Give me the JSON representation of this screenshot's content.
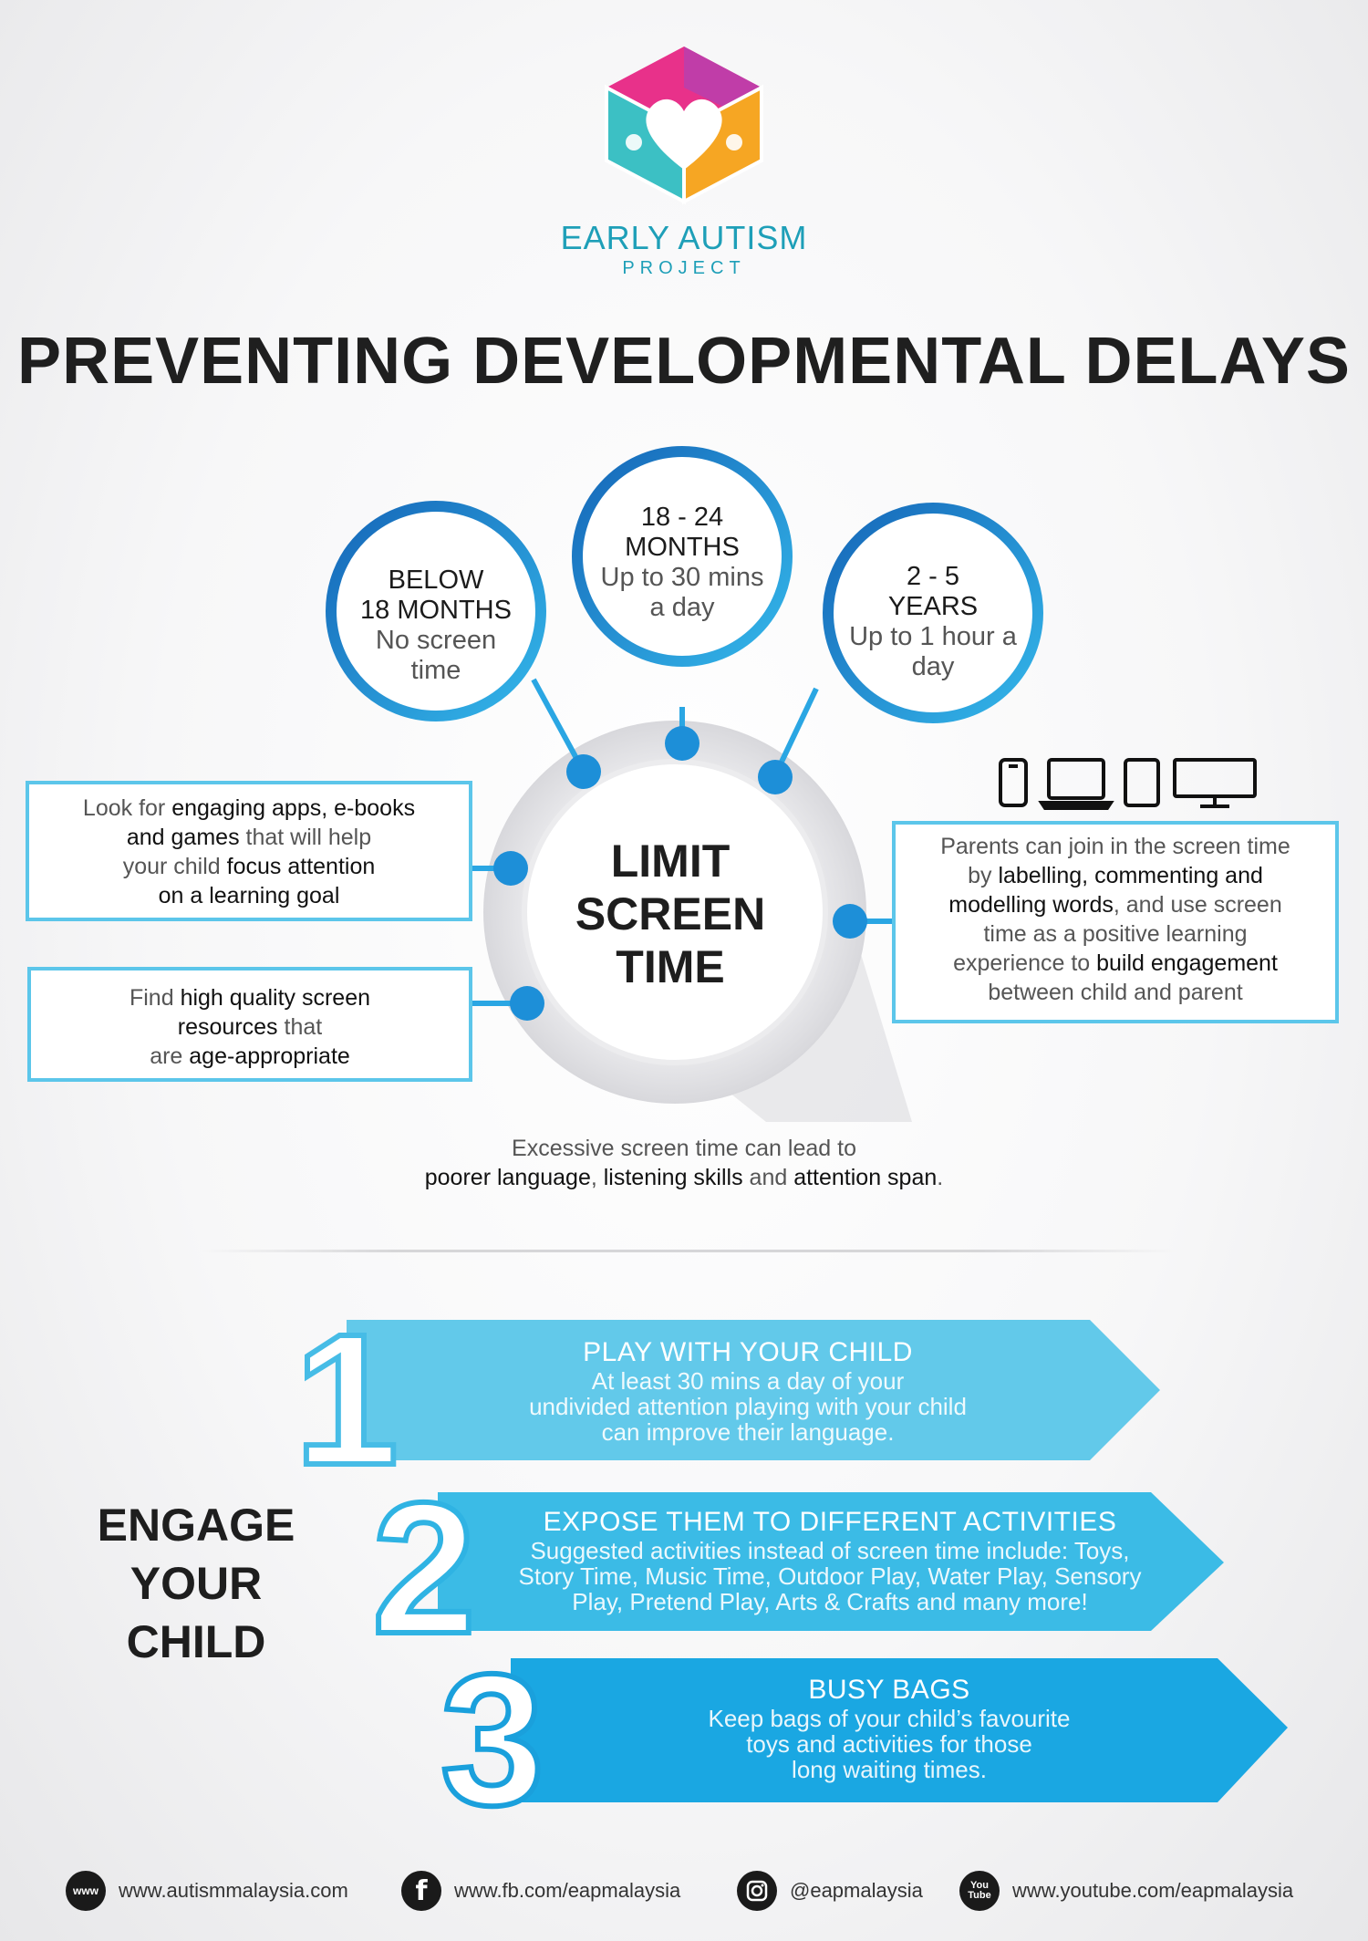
{
  "logo": {
    "title": "EARLY AUTISM",
    "subtitle": "PROJECT"
  },
  "title": "PREVENTING DEVELOPMENTAL DELAYS",
  "age_groups": [
    {
      "age_line1": "BELOW",
      "age_line2": "18 MONTHS",
      "limit": "No screen time"
    },
    {
      "age_line1": "18 - 24",
      "age_line2": "MONTHS",
      "limit": "Up to 30 mins a day"
    },
    {
      "age_line1": "2 - 5",
      "age_line2": "YEARS",
      "limit": "Up to 1 hour a day"
    }
  ],
  "center": {
    "line1": "LIMIT",
    "line2": "SCREEN",
    "line3": "TIME"
  },
  "tips": {
    "apps": {
      "t1": "Look for ",
      "b1": "engaging apps, e-books",
      "b2": "and games",
      "t2": " that will help",
      "t3": "your child ",
      "b3": "focus attention",
      "b4": "on a learning goal"
    },
    "quality": {
      "t1": "Find ",
      "b1": "high quality screen",
      "b2": "resources",
      "t2": " that",
      "t3": "are ",
      "b3": "age-appropriate"
    },
    "parents": {
      "t1": "Parents can join in the screen time",
      "t2": "by ",
      "b1": "labelling, commenting and",
      "b2": "modelling words",
      "t3": ", and use screen",
      "t4": "time as a positive learning",
      "t5": "experience to ",
      "b3": "build engagement",
      "t6": "between child and parent"
    }
  },
  "devices": [
    "phone-icon",
    "laptop-icon",
    "tablet-icon",
    "monitor-icon"
  ],
  "excessive": {
    "t1": "Excessive screen time can lead to",
    "b1": "poorer language",
    "t2": ", ",
    "b2": "listening skills",
    "t3": " and ",
    "b3": "attention span",
    "t4": "."
  },
  "engage": {
    "line1": "ENGAGE",
    "line2": "YOUR",
    "line3": "CHILD"
  },
  "steps": [
    {
      "number": "1",
      "title": "PLAY WITH YOUR CHILD",
      "desc1": "At least 30 mins a day of your",
      "desc2": "undivided attention playing with your child",
      "desc3": "can improve their language."
    },
    {
      "number": "2",
      "title": "EXPOSE THEM TO DIFFERENT ACTIVITIES",
      "desc1": "Suggested activities instead of screen time include: Toys,",
      "desc2": "Story Time, Music Time, Outdoor Play, Water Play, Sensory",
      "desc3": "Play, Pretend Play, Arts & Crafts and many more!"
    },
    {
      "number": "3",
      "title": "BUSY BAGS",
      "desc1": "Keep bags of your child’s favourite",
      "desc2": "toys and activities for those",
      "desc3": "long waiting times."
    }
  ],
  "footer": [
    {
      "icon": "www-icon",
      "icon_text": "www",
      "text": "www.autismmalaysia.com"
    },
    {
      "icon": "facebook-icon",
      "icon_text": "f",
      "text": "www.fb.com/eapmalaysia"
    },
    {
      "icon": "instagram-icon",
      "icon_text": "",
      "text": "@eapmalaysia"
    },
    {
      "icon": "youtube-icon",
      "icon_text": "You Tube",
      "text": "www.youtube.com/eapmalaysia"
    }
  ],
  "colors": {
    "brand_teal": "#1e9fb8",
    "ring_blue": "#1a7fd0",
    "light_blue": "#5cc6ea",
    "step1": "#62c9ea",
    "step2": "#3bbbe6",
    "step3": "#1aa7e2",
    "logo_pink": "#e8318a",
    "logo_magenta": "#c03da8",
    "logo_teal": "#3cc0c4",
    "logo_orange": "#f6a623"
  }
}
